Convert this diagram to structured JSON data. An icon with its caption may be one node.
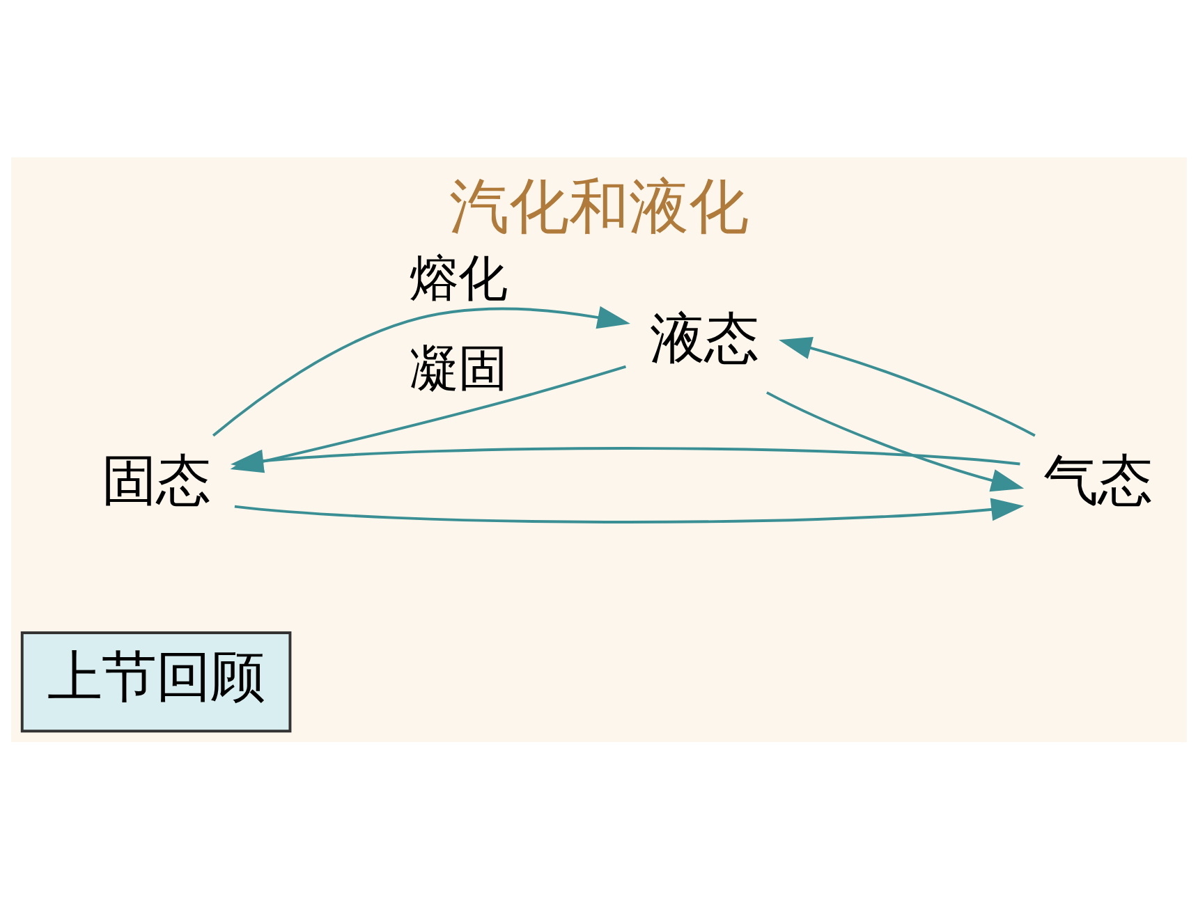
{
  "diagram": {
    "title": "汽化和液化",
    "nodes": [
      {
        "text": [
          "上节回顾"
        ]
      },
      {
        "text": [
          "固态"
        ]
      },
      {
        "text": [
          "液态"
        ]
      },
      {
        "text": [
          "气态"
        ]
      }
    ],
    "edges": [
      {
        "from": 1,
        "to": 2,
        "arrow": "to",
        "label": "熔化"
      },
      {
        "from": 2,
        "to": 1,
        "arrow": "to",
        "label": "凝固"
      },
      {
        "from": 2,
        "to": 3,
        "arrow": "to"
      },
      {
        "from": 3,
        "to": 2,
        "arrow": "to"
      },
      {
        "from": 3,
        "to": 1,
        "arrow": "to"
      },
      {
        "from": 1,
        "to": 3,
        "arrow": "to"
      }
    ]
  }
}
